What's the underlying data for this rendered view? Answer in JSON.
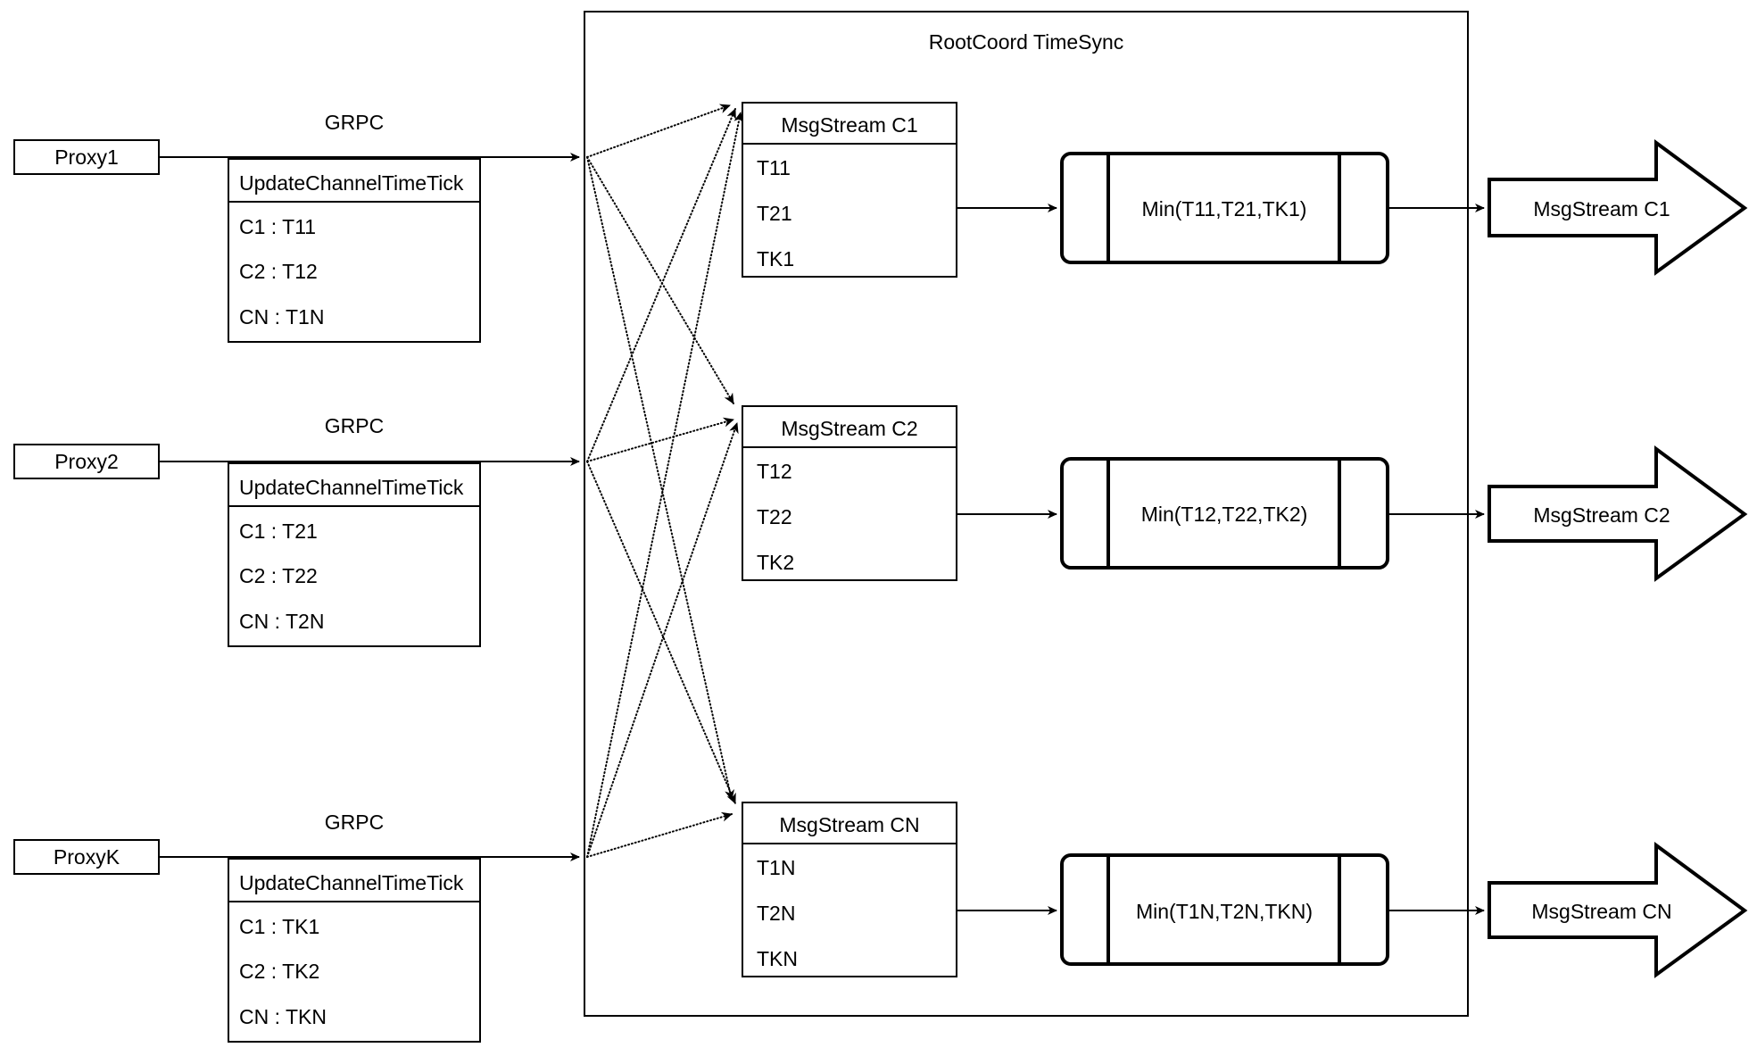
{
  "diagram": {
    "container_title": "RootCoord TimeSync",
    "link_label": "GRPC",
    "colors": {
      "stroke": "#000000",
      "fill": "#ffffff"
    },
    "proxies": [
      {
        "name": "Proxy1",
        "link_label": "GRPC",
        "request": {
          "title": "UpdateChannelTimeTick",
          "rows": [
            "C1 :  T11",
            "C2 :  T12",
            "CN : T1N"
          ]
        }
      },
      {
        "name": "Proxy2",
        "link_label": "GRPC",
        "request": {
          "title": "UpdateChannelTimeTick",
          "rows": [
            "C1 :  T21",
            "C2 :  T22",
            "CN : T2N"
          ]
        }
      },
      {
        "name": "ProxyK",
        "link_label": "GRPC",
        "request": {
          "title": "UpdateChannelTimeTick",
          "rows": [
            "C1 :  TK1",
            "C2 :  TK2",
            "CN : TKN"
          ]
        }
      }
    ],
    "channels": [
      {
        "stream_title": "MsgStream C1",
        "stream_rows": [
          "T11",
          "T21",
          "TK1"
        ],
        "min_label": "Min(T11,T21,TK1)",
        "output_label": "MsgStream C1"
      },
      {
        "stream_title": "MsgStream C2",
        "stream_rows": [
          "T12",
          "T22",
          "TK2"
        ],
        "min_label": "Min(T12,T22,TK2)",
        "output_label": "MsgStream C2"
      },
      {
        "stream_title": "MsgStream CN",
        "stream_rows": [
          "T1N",
          "T2N",
          "TKN"
        ],
        "min_label": "Min(T1N,T2N,TKN)",
        "output_label": "MsgStream CN"
      }
    ]
  }
}
